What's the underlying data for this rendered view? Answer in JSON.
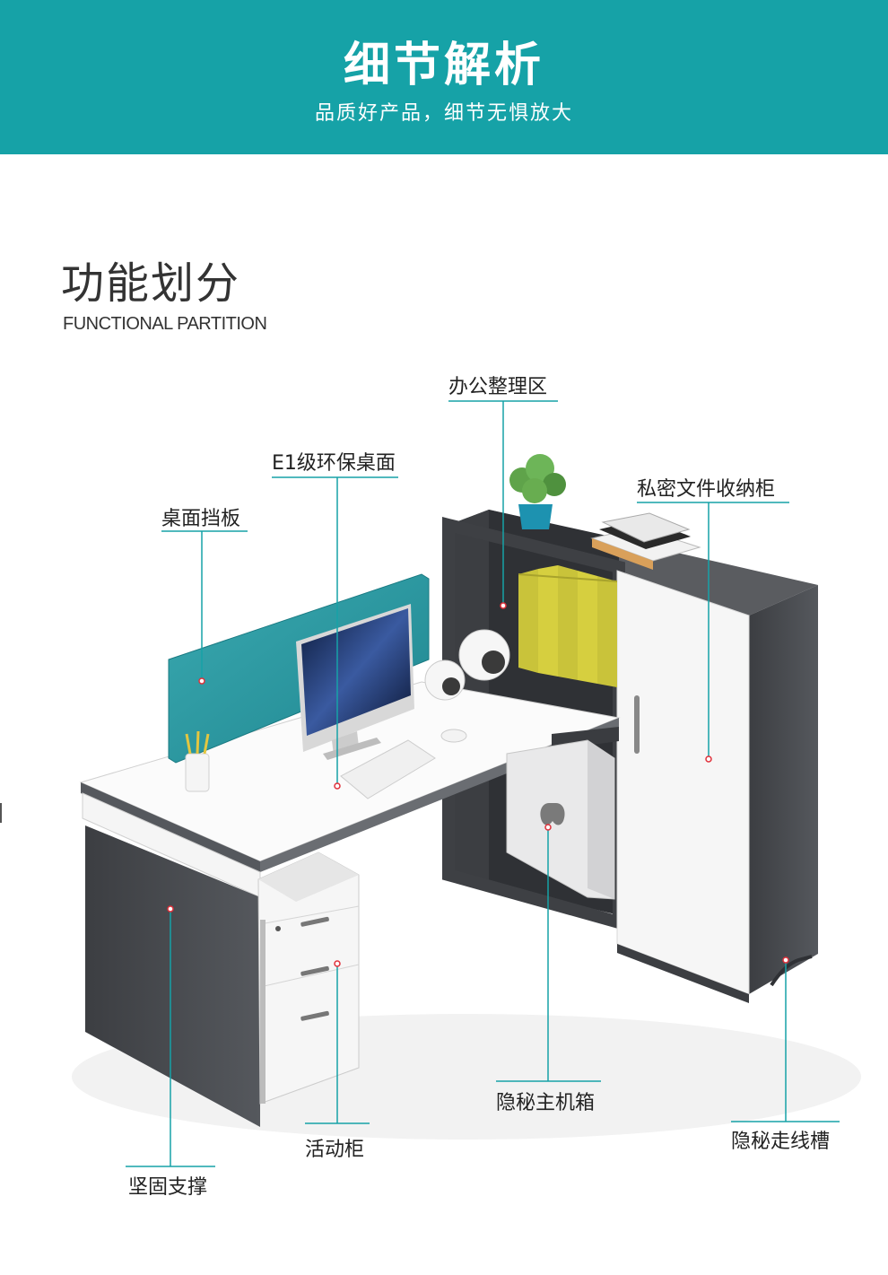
{
  "header": {
    "title": "细节解析",
    "subtitle": "品质好产品，细节无惧放大"
  },
  "section": {
    "title": "功能划分",
    "subtitle": "FUNCTIONAL PARTITION"
  },
  "labels": {
    "organize": "办公整理区",
    "desktop": "E1级环保桌面",
    "cabinet": "私密文件收纳柜",
    "screen": "桌面挡板",
    "support": "坚固支撑",
    "pedestal": "活动柜",
    "host": "隐秘主机箱",
    "cable": "隐秘走线槽"
  },
  "colors": {
    "accent": "#16a2a7",
    "callout_dot": "#e0303a",
    "panel_dark": "#4a4c50",
    "screen_teal": "#2a98a0"
  }
}
